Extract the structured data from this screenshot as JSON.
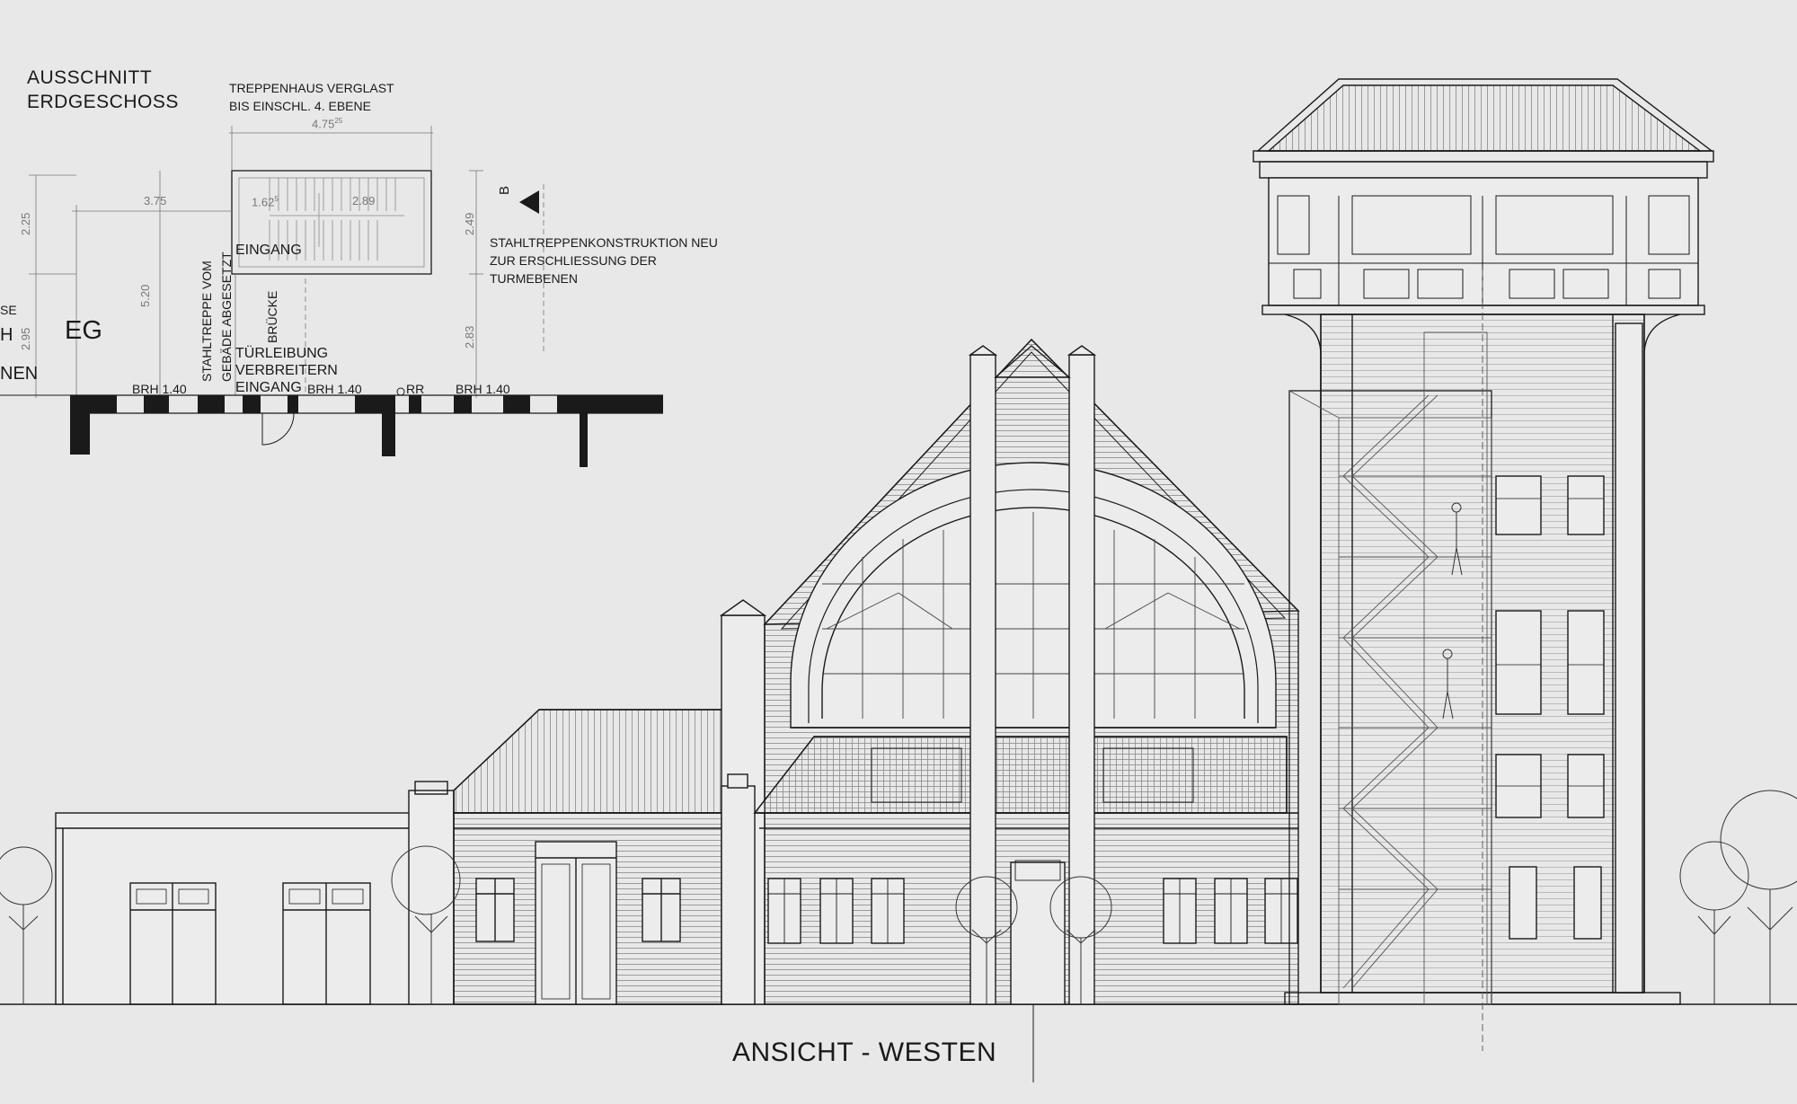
{
  "title": "ANSICHT - WESTEN",
  "detail_title_line1": "AUSSCHNITT",
  "detail_title_line2": "ERDGESCHOSS",
  "notes": {
    "stair_glazed_line1": "TREPPENHAUS VERGLAST",
    "stair_glazed_line2": "BIS EINSCHL. 4. EBENE",
    "steel_stair_line1": "STAHLTREPPENKONSTRUKTION NEU",
    "steel_stair_line2": "ZUR ERSCHLIESSUNG DER",
    "steel_stair_line3": "TURMEBENEN",
    "eingang_top": "EINGANG",
    "eingang_bottom": "EINGANG",
    "stahltreppe_line1": "STAHLTREPPE  VOM",
    "stahltreppe_line2": "GEBÄDE ABGESETZT",
    "bruecke": "BRÜCKE",
    "tuerleibung_line1": "TÜRLEIBUNG",
    "tuerleibung_line2": "VERBREITERN",
    "eg": "EG",
    "cut_left_1": "SE",
    "cut_left_2": "H",
    "cut_left_3": "NEN",
    "section_marker": "B"
  },
  "dimensions": {
    "d475": "4.75",
    "d475_sup": "25",
    "d375": "3.75",
    "d162": "1.62",
    "d162_sup": "5",
    "d289": "2.89",
    "d225": "2.25",
    "d520": "5.20",
    "d295": "2.95",
    "d249": "2.49",
    "d283": "2.83"
  },
  "wall_labels": {
    "brh1": "BRH 1.40",
    "brh2": "BRH 1.40",
    "brh3": "BRH 1.40",
    "rr": "RR"
  },
  "colors": {
    "paper": "#e8e8e8",
    "ink": "#1a1a1a",
    "dimension": "#777777"
  }
}
